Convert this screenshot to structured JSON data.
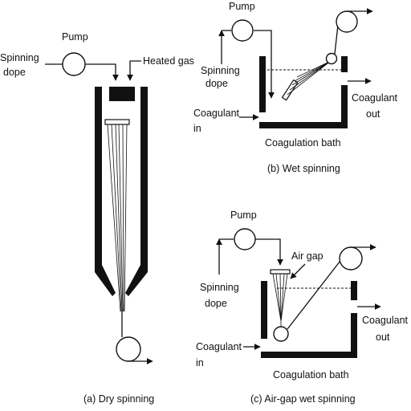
{
  "panels": {
    "dry": {
      "caption": "(a) Dry spinning",
      "pump": "Pump",
      "dope_line1": "Spinning",
      "dope_line2": "dope",
      "gas": "Heated gas"
    },
    "wet": {
      "caption": "(b) Wet spinning",
      "pump": "Pump",
      "dope_line1": "Spinning",
      "dope_line2": "dope",
      "coag_in_line1": "Coagulant",
      "coag_in_line2": "in",
      "coag_out_line1": "Coagulant",
      "coag_out_line2": "out",
      "bath": "Coagulation bath"
    },
    "airgap": {
      "caption": "(c) Air-gap wet spinning",
      "pump": "Pump",
      "dope_line1": "Spinning",
      "dope_line2": "dope",
      "air_gap": "Air gap",
      "coag_in_line1": "Coagulant",
      "coag_in_line2": "in",
      "coag_out_line1": "Coagulant",
      "coag_out_line2": "out",
      "bath": "Coagulation bath"
    }
  },
  "colors": {
    "ink": "#111111",
    "background": "#ffffff"
  }
}
